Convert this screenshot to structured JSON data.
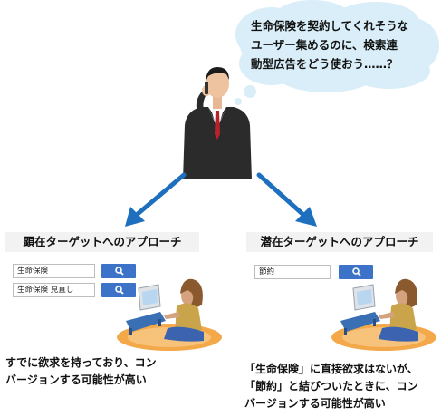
{
  "thought_bubble": {
    "lines": [
      "生命保険を契約してくれそうな",
      "ユーザー集めるのに、検索連",
      "動型広告をどう使おう……？"
    ]
  },
  "left_panel": {
    "title": "顕在ターゲットへのアプローチ",
    "searches": [
      "生命保険",
      "生命保険 見直し"
    ],
    "conclusion": [
      "すでに欲求を持っており、コン",
      "バージョンする可能性が高い"
    ]
  },
  "right_panel": {
    "title": "潜在ターゲットへのアプローチ",
    "searches": [
      "節約"
    ],
    "conclusion": [
      "「生命保険」に直接欲求はないが、",
      "「節約」と結びついたときに、コン",
      "バージョンする可能性が高い"
    ]
  },
  "colors": {
    "arrow": "#1f6fbf",
    "search_button": "#3c73c8",
    "bubble": "#d9eef8",
    "panel_title_bg": "#f2f2f2",
    "rug": "#f3a94a"
  },
  "icons": [
    "thought-bubble",
    "businessman-on-phone",
    "woman-at-laptop",
    "magnifier-icon",
    "arrow"
  ]
}
